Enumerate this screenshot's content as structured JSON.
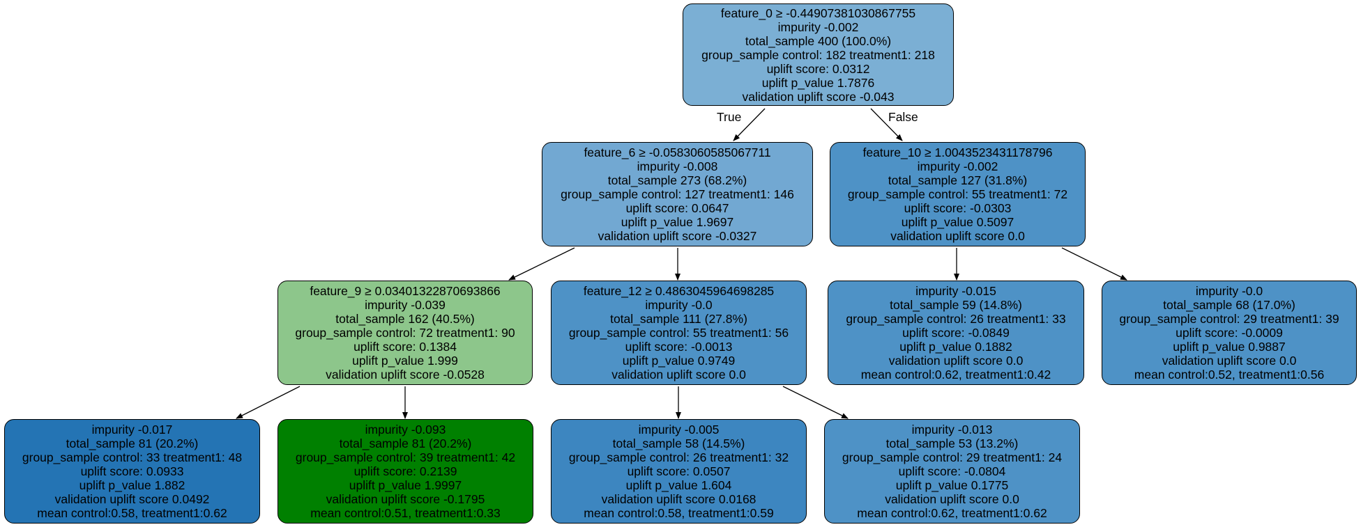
{
  "tree": {
    "nodes": [
      {
        "id": "n0",
        "fill": "#7bafd4",
        "lines": [
          "feature_0 ≥ -0.44907381030867755",
          "impurity -0.002",
          "total_sample 400 (100.0%)",
          "group_sample  control: 182 treatment1: 218",
          "uplift score: 0.0312",
          "uplift p_value 1.7876",
          "validation uplift score -0.043"
        ]
      },
      {
        "id": "n1",
        "fill": "#72a8d2",
        "lines": [
          "feature_6 ≥ -0.0583060585067711",
          "impurity -0.008",
          "total_sample 273 (68.2%)",
          "group_sample  control: 127 treatment1: 146",
          "uplift score: 0.0647",
          "uplift p_value 1.9697",
          "validation uplift score -0.0327"
        ]
      },
      {
        "id": "n2",
        "fill": "#4e92c6",
        "lines": [
          "feature_10 ≥ 1.0043523431178796",
          "impurity -0.002",
          "total_sample 127 (31.8%)",
          "group_sample  control: 55 treatment1: 72",
          "uplift score: -0.0303",
          "uplift p_value 0.5097",
          "validation uplift score 0.0"
        ]
      },
      {
        "id": "n3",
        "fill": "#8dc68b",
        "lines": [
          "feature_9 ≥ 0.03401322870693866",
          "impurity -0.039",
          "total_sample 162 (40.5%)",
          "group_sample  control: 72 treatment1: 90",
          "uplift score: 0.1384",
          "uplift p_value 1.999",
          "validation uplift score -0.0528"
        ]
      },
      {
        "id": "n4",
        "fill": "#4e92c6",
        "lines": [
          "feature_12 ≥ 0.4863045964698285",
          "impurity -0.0",
          "total_sample 111 (27.8%)",
          "group_sample  control: 55 treatment1: 56",
          "uplift score: -0.0013",
          "uplift p_value 0.9749",
          "validation uplift score 0.0"
        ]
      },
      {
        "id": "n5",
        "fill": "#4e92c6",
        "lines": [
          "impurity -0.015",
          "total_sample 59 (14.8%)",
          "group_sample  control: 26 treatment1: 33",
          "uplift score: -0.0849",
          "uplift p_value 0.1882",
          "validation uplift score 0.0",
          "mean control:0.62, treatment1:0.42"
        ]
      },
      {
        "id": "n6",
        "fill": "#4e92c6",
        "lines": [
          "impurity -0.0",
          "total_sample 68 (17.0%)",
          "group_sample  control: 29 treatment1: 39",
          "uplift score: -0.0009",
          "uplift p_value 0.9887",
          "validation uplift score 0.0",
          "mean control:0.52, treatment1:0.56"
        ]
      },
      {
        "id": "n7",
        "fill": "#2474b4",
        "lines": [
          "impurity -0.017",
          "total_sample 81 (20.2%)",
          "group_sample  control: 33 treatment1: 48",
          "uplift score: 0.0933",
          "uplift p_value 1.882",
          "validation uplift score 0.0492",
          "mean control:0.58, treatment1:0.62"
        ]
      },
      {
        "id": "n8",
        "fill": "#008000",
        "lines": [
          "impurity -0.093",
          "total_sample 81 (20.2%)",
          "group_sample  control: 39 treatment1: 42",
          "uplift score: 0.2139",
          "uplift p_value 1.9997",
          "validation uplift score -0.1795",
          "mean control:0.51, treatment1:0.33"
        ]
      },
      {
        "id": "n9",
        "fill": "#3d86c0",
        "lines": [
          "impurity -0.005",
          "total_sample 58 (14.5%)",
          "group_sample  control: 26 treatment1: 32",
          "uplift score: 0.0507",
          "uplift p_value 1.604",
          "validation uplift score 0.0168",
          "mean control:0.58, treatment1:0.59"
        ]
      },
      {
        "id": "n10",
        "fill": "#4e92c6",
        "lines": [
          "impurity -0.013",
          "total_sample 53 (13.2%)",
          "group_sample  control: 29 treatment1: 24",
          "uplift score: -0.0804",
          "uplift p_value 0.1775",
          "validation uplift score 0.0",
          "mean control:0.62, treatment1:0.62"
        ]
      }
    ],
    "edge_labels": {
      "true": "True",
      "false": "False"
    }
  }
}
